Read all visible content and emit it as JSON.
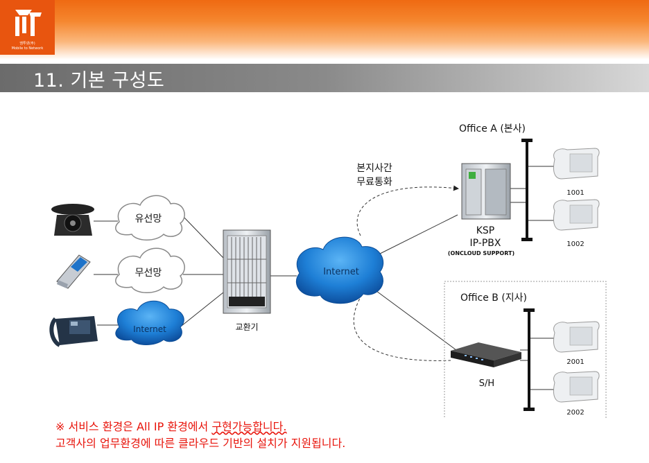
{
  "logo": {
    "company": "엠투넷(주)",
    "tagline": "Mobile to Network"
  },
  "title": "11. 기본 구성도",
  "diagram": {
    "clouds": {
      "wired": "유선망",
      "wireless": "무선망",
      "internet_left": "Internet",
      "internet_center": "Internet"
    },
    "exchange_label": "교환기",
    "free_call": [
      "본지사간",
      "무료통화"
    ],
    "office_a": {
      "title": "Office A (본사)",
      "server_lines": [
        "KSP",
        "IP-PBX"
      ],
      "server_note": "(ONCLOUD SUPPORT)",
      "phones": [
        "1001",
        "1002"
      ]
    },
    "office_b": {
      "title": "Office B (지사)",
      "switch_label": "S/H",
      "phones": [
        "2001",
        "2002"
      ]
    }
  },
  "footer": {
    "line1_prefix": "※ 서비스 환경은 All IP 환경에서 ",
    "line1_highlight": "구현가능합니다.",
    "line2": "고객사의 업무환경에 따른 클라우드 기반의 설치가 지원됩니다."
  },
  "colors": {
    "orange": "#ef6a12",
    "title_gray": "#7a7a7a",
    "cloud_blue": "#1e7fd6",
    "footer_red": "#e8130a"
  }
}
